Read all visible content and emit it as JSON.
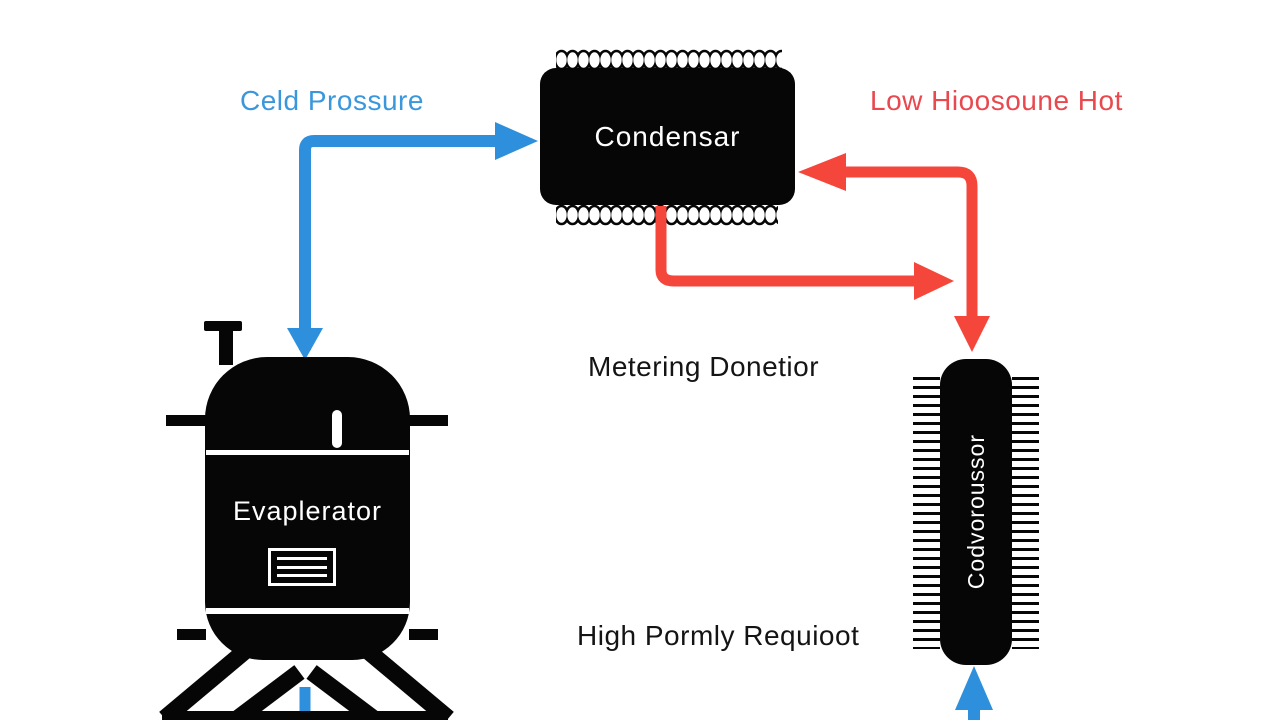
{
  "diagram": {
    "labels": {
      "cold": "Celd Prossure",
      "hot": "Low Hioosoune Hot",
      "metering": "Metering Donetior",
      "high": "High Pormly Requioot"
    },
    "components": {
      "condenser": "Condensar",
      "evaporator": "Evaplerator",
      "compressor": "Codvoroussor"
    },
    "colors": {
      "cold_line": "#2e90dc",
      "hot_line": "#f5463c",
      "cold_label_text": "#3b97dc",
      "hot_label_text": "#e8484e",
      "component_fill": "#060606",
      "component_text": "#ffffff",
      "label_text": "#141414",
      "background": "#ffffff"
    }
  }
}
